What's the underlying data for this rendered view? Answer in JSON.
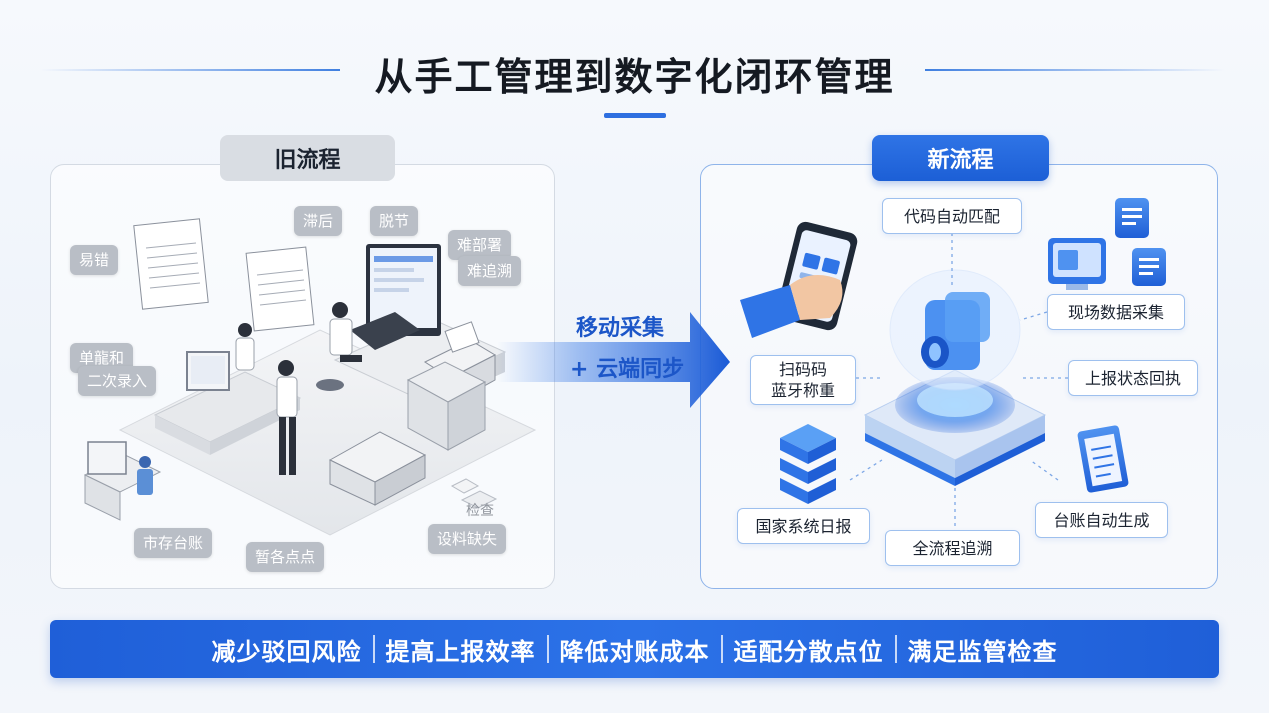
{
  "title": "从手工管理到数字化闭环管理",
  "old_flow": {
    "label": "旧流程",
    "tags": [
      {
        "id": "t1",
        "text": "易错"
      },
      {
        "id": "t2",
        "text": "滞后"
      },
      {
        "id": "t3",
        "text": "脱节"
      },
      {
        "id": "t4",
        "text": "难部署"
      },
      {
        "id": "t5",
        "text": "难追溯"
      },
      {
        "id": "t6",
        "text": "单龍和"
      },
      {
        "id": "t7",
        "text": "二次录入"
      },
      {
        "id": "t8",
        "text": "市存台账"
      },
      {
        "id": "t9",
        "text": "暂各点点"
      },
      {
        "id": "t10",
        "text": "设料缺失"
      },
      {
        "id": "t11",
        "text": "检查"
      }
    ]
  },
  "transition": {
    "line1": "移动采集",
    "line2": "+ 云端同步"
  },
  "new_flow": {
    "label": "新流程",
    "features": [
      {
        "id": "f1",
        "text": "代码自动匹配"
      },
      {
        "id": "f2",
        "text": "现场数据采集"
      },
      {
        "id": "f3",
        "text": "扫码码\n蓝牙称重"
      },
      {
        "id": "f4",
        "text": "上报状态回执"
      },
      {
        "id": "f5",
        "text": "国家系统日报"
      },
      {
        "id": "f6",
        "text": "台账自动生成"
      },
      {
        "id": "f7",
        "text": "全流程追溯"
      }
    ]
  },
  "benefits": [
    "减少驳回风险",
    "提高上报效率",
    "降低对账成本",
    "适配分散点位",
    "满足监管检查"
  ],
  "colors": {
    "accent": "#2e6fe0",
    "tag_gray": "#b9bec6",
    "feature_border": "#9ec0ee"
  }
}
